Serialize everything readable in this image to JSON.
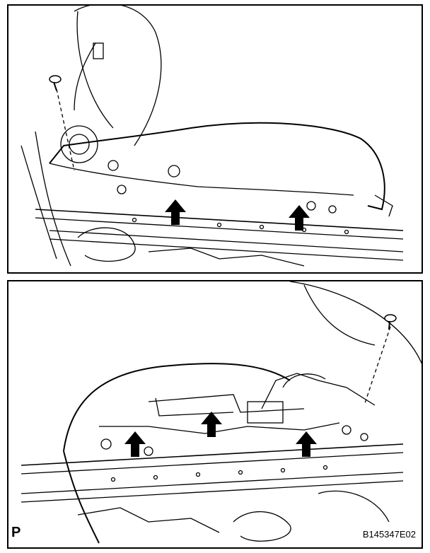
{
  "figure": {
    "corner_mark": "P",
    "figure_id": "B145347E02",
    "line_color": "#000000",
    "background_color": "#ffffff"
  },
  "panels": [
    {
      "name": "top",
      "arrow_icon": "up-arrow-icon",
      "arrow_count": 2,
      "clip_icon": "clip-icon"
    },
    {
      "name": "bottom",
      "arrow_icon": "up-arrow-icon",
      "arrow_count": 3,
      "clip_icon": "clip-icon"
    }
  ]
}
